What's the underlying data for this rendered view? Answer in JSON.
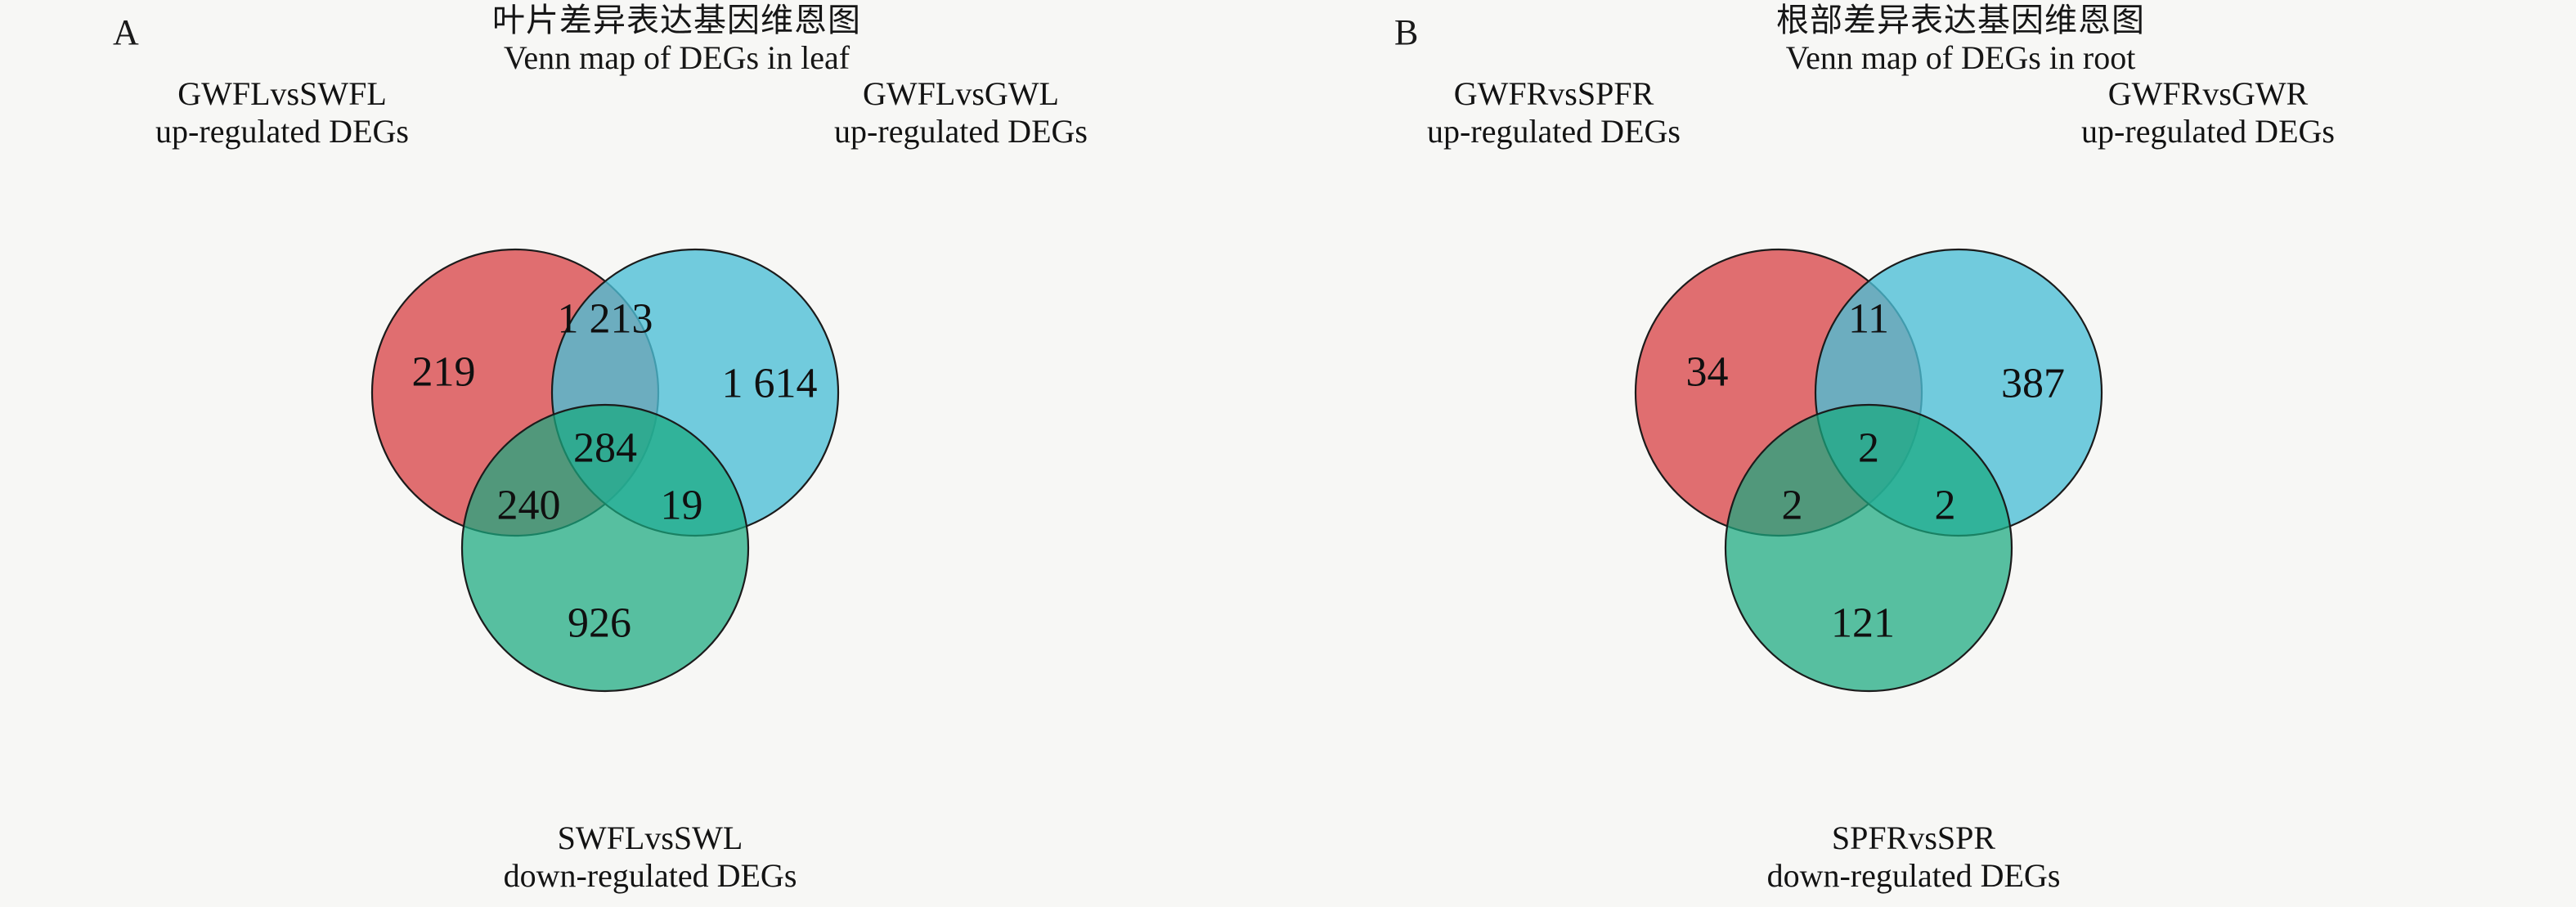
{
  "figure": {
    "background": "#f7f7f5",
    "panels": [
      {
        "letter": "A",
        "title_cn": "叶片差异表达基因维恩图",
        "title_en": "Venn map of DEGs in leaf",
        "sets": {
          "left": {
            "name": "GWFLvsSWFL",
            "direction": "up-regulated DEGs",
            "color": "#d94b4f"
          },
          "right": {
            "name": "GWFLvsGWL",
            "direction": "up-regulated DEGs",
            "color": "#66c7dd"
          },
          "bottom": {
            "name": "SWFLvsSWL",
            "direction": "down-regulated DEGs",
            "color": "#46b694"
          }
        },
        "counts": {
          "left_only": "219",
          "right_only": "1 614",
          "bottom_only": "926",
          "left_right": "1 213",
          "left_bottom": "240",
          "right_bottom": "19",
          "all_three": "284"
        }
      },
      {
        "letter": "B",
        "title_cn": "根部差异表达基因维恩图",
        "title_en": "Venn map of DEGs in root",
        "sets": {
          "left": {
            "name": "GWFRvsSPFR",
            "direction": "up-regulated DEGs",
            "color": "#d94b4f"
          },
          "right": {
            "name": "GWFRvsGWR",
            "direction": "up-regulated DEGs",
            "color": "#66c7dd"
          },
          "bottom": {
            "name": "SPFRvsSPR",
            "direction": "down-regulated DEGs",
            "color": "#46b694"
          }
        },
        "counts": {
          "left_only": "34",
          "right_only": "387",
          "bottom_only": "121",
          "left_right": "11",
          "left_bottom": "2",
          "right_bottom": "2",
          "all_three": "2"
        }
      }
    ]
  },
  "chart_data": {
    "type": "venn",
    "title": "Venn maps of differentially expressed genes (DEGs) in leaf and root",
    "charts": [
      {
        "panel": "A",
        "title_cn": "叶片差异表达基因维恩图",
        "title_en": "Venn map of DEGs in leaf",
        "set_labels": [
          "GWFLvsSWFL up-regulated DEGs",
          "GWFLvsGWL up-regulated DEGs",
          "SWFLvsSWL down-regulated DEGs"
        ],
        "set_colors": [
          "#d94b4f",
          "#66c7dd",
          "#46b694"
        ],
        "regions": {
          "A_only": 219,
          "B_only": 1614,
          "C_only": 926,
          "AB": 1213,
          "AC": 240,
          "BC": 19,
          "ABC": 284
        },
        "region_labels_as_shown": {
          "A_only": "219",
          "B_only": "1 614",
          "C_only": "926",
          "AB": "1 213",
          "AC": "240",
          "BC": "19",
          "ABC": "284"
        }
      },
      {
        "panel": "B",
        "title_cn": "根部差异表达基因维恩图",
        "title_en": "Venn map of DEGs in root",
        "set_labels": [
          "GWFRvsSPFR up-regulated DEGs",
          "GWFRvsGWR up-regulated DEGs",
          "SPFRvsSPR down-regulated DEGs"
        ],
        "set_colors": [
          "#d94b4f",
          "#66c7dd",
          "#46b694"
        ],
        "regions": {
          "A_only": 34,
          "B_only": 387,
          "C_only": 121,
          "AB": 11,
          "AC": 2,
          "BC": 2,
          "ABC": 2
        },
        "region_labels_as_shown": {
          "A_only": "34",
          "B_only": "387",
          "C_only": "121",
          "AB": "11",
          "AC": "2",
          "BC": "2",
          "ABC": "2"
        }
      }
    ]
  }
}
